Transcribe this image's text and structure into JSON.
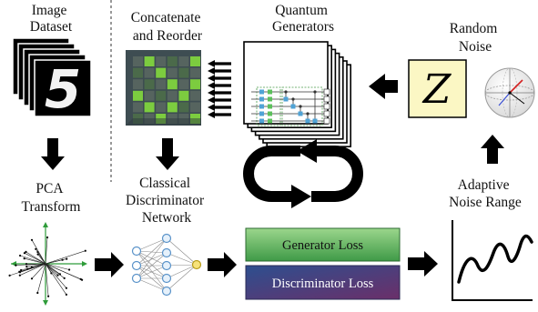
{
  "labels": {
    "image_dataset": [
      "Image",
      "Dataset"
    ],
    "concatenate": [
      "Concatenate",
      "and Reorder"
    ],
    "quantum_generators": [
      "Quantum",
      "Generators"
    ],
    "random_noise": [
      "Random",
      "Noise"
    ],
    "pca": [
      "PCA",
      "Transform"
    ],
    "classical_disc": [
      "Classical",
      "Discriminator",
      "Network"
    ],
    "adaptive_noise": [
      "Adaptive",
      "Noise Range"
    ]
  },
  "losses": {
    "generator": "Generator Loss",
    "discriminator": "Discriminator Loss"
  },
  "noise_symbol": "Z",
  "digit_sample": "5",
  "colors": {
    "generator_loss_top": "#9bd68c",
    "generator_loss_bottom": "#3f9a47",
    "discriminator_loss_top": "#2d4f8f",
    "discriminator_loss_bottom": "#6b2f69",
    "noise_box": "#fbf7c4",
    "mosaic_bg": "#3e4d52",
    "mosaic_green": "#7ccc3f",
    "mosaic_dark": "#4b6a4a",
    "arrow": "#000000"
  }
}
